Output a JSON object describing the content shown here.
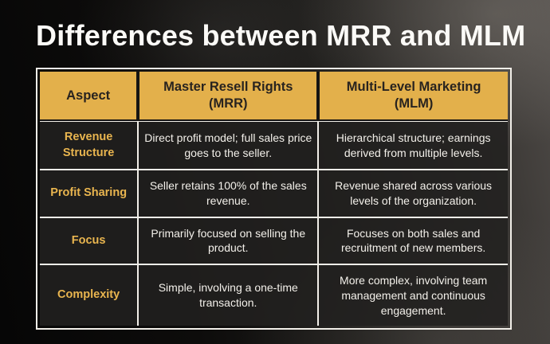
{
  "title": "Differences between MRR and MLM",
  "colors": {
    "accent_gold": "#E3B04B",
    "aspect_text_gold": "#E9B54F",
    "header_text": "#28231F",
    "body_text": "#F3F0EA",
    "cell_background": "#222120",
    "table_border": "#F2EFE9",
    "background_dark": "#060606",
    "background_light": "#4F4B48"
  },
  "table": {
    "headers": {
      "aspect": "Aspect",
      "mrr": "Master Resell Rights\n(MRR)",
      "mlm": "Multi-Level Marketing\n(MLM)"
    },
    "rows": [
      {
        "aspect": "Revenue Structure",
        "mrr": "Direct profit model; full sales price goes to the seller.",
        "mlm": "Hierarchical structure; earnings derived from multiple levels."
      },
      {
        "aspect": "Profit Sharing",
        "mrr": "Seller retains 100% of the sales revenue.",
        "mlm": "Revenue shared across various levels of the organization."
      },
      {
        "aspect": "Focus",
        "mrr": "Primarily focused on selling the product.",
        "mlm": "Focuses on both sales and recruitment of new members."
      },
      {
        "aspect": "Complexity",
        "mrr": "Simple, involving a one-time transaction.",
        "mlm": "More complex, involving team management and continuous engagement."
      }
    ]
  }
}
